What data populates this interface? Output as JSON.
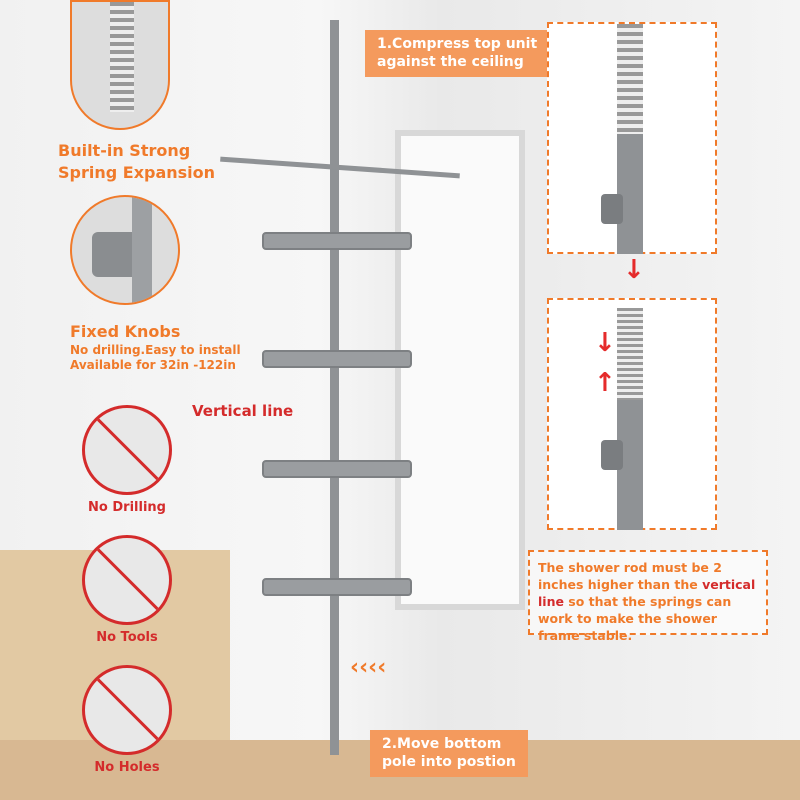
{
  "top_label": {
    "line1": "1.Compress top unit",
    "line2": "against the ceiling"
  },
  "spring": {
    "line1": "Built-in Strong",
    "line2": "Spring Expansion"
  },
  "knobs": {
    "title": "Fixed Knobs",
    "line1": "No drilling.Easy to install",
    "line2": "Available for 32in -122in"
  },
  "vertical_line": "Vertical line",
  "badges": [
    "No Drilling",
    "No Tools",
    "No Holes"
  ],
  "note": {
    "before": "The shower rod must be 2 inches higher than the ",
    "highlight": "vertical line",
    "after": " so that the springs can work to make the shower frame stable."
  },
  "bottom_label": {
    "line1": "2.Move bottom",
    "line2": "pole into postion"
  },
  "colors": {
    "accent": "#f07a2a",
    "warning": "#d42b2b"
  }
}
